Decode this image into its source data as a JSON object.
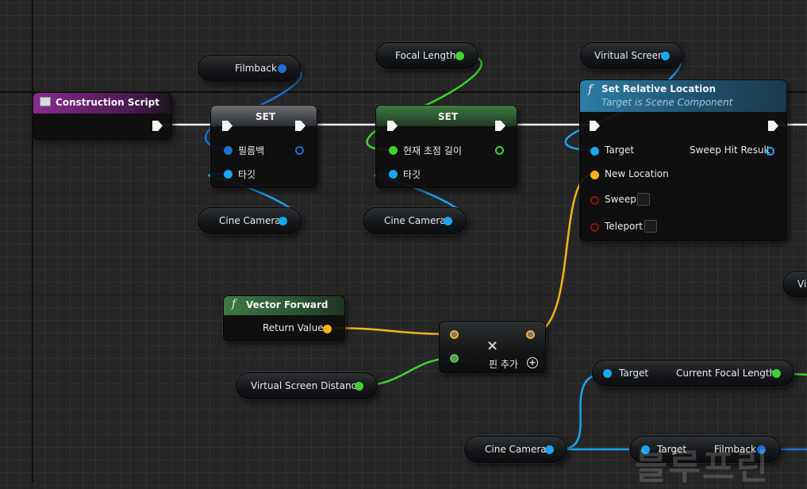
{
  "colors": {
    "exec": "#f4f4f4",
    "object_pin": "#1aa6f0",
    "struct_pin": "#f5b31e",
    "float_pin": "#3fd32f",
    "bool_pin": "#8c1111",
    "construction_header": "#8a2a8f",
    "set_header": "#6b6f72",
    "function_header": "#2c7ea8",
    "pure_header": "#3e7a45"
  },
  "nodes": {
    "construction_script": {
      "title": "Construction Script"
    },
    "set1": {
      "title": "SET",
      "value_pin": "필름백",
      "target_pin": "타깃"
    },
    "set2": {
      "title": "SET",
      "value_pin": "현재 초점 길이",
      "target_pin": "타깃"
    },
    "set_relative_location": {
      "title": "Set Relative Location",
      "subtitle": "Target is Scene Component",
      "pins": {
        "target": "Target",
        "new_location": "New Location",
        "sweep": "Sweep",
        "teleport": "Teleport",
        "sweep_hit_result": "Sweep Hit Result"
      }
    },
    "vector_forward": {
      "title": "Vector Forward",
      "return_value": "Return Value"
    },
    "multiply": {
      "symbol": "×",
      "add_pin_label": "핀 추가"
    },
    "current_focal_length": {
      "target": "Target",
      "output": "Current Focal Length"
    },
    "filmback_get": {
      "target": "Target",
      "output": "Filmback"
    }
  },
  "variables": {
    "filmback": "Filmback",
    "focal_length": "Focal Length",
    "virtual_screen": "Viritual Screen",
    "cine_camera_1": "Cine Camera",
    "cine_camera_2": "Cine Camera",
    "cine_camera_3": "Cine Camera",
    "virtual_screen_distance": "Virtual Screen Distance",
    "offscreen_partial": "Vir"
  },
  "watermark": "블루프린"
}
